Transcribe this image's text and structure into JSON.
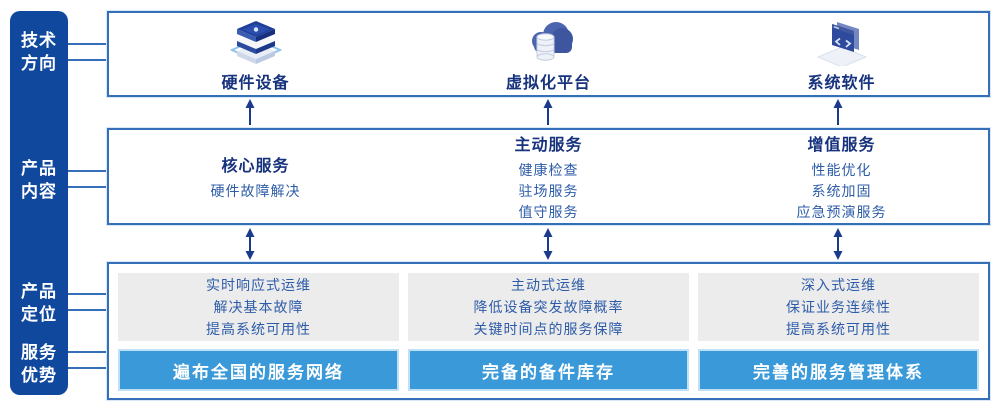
{
  "colors": {
    "sidebar_bg": "#10489e",
    "box_border": "#356fb7",
    "title_navy": "#17337e",
    "body_blue": "#2e5ca8",
    "bar_fill": "#3a99d8",
    "bar_border": "#bfe0f5",
    "gray_box": "#ececec",
    "arrow": "#1b3a8c"
  },
  "sidebar": {
    "items": [
      {
        "label": "技术\n方向"
      },
      {
        "label": "产品\n内容"
      },
      {
        "label": "产品\n定位"
      },
      {
        "label": "服务\n优势"
      }
    ]
  },
  "tech_row": {
    "items": [
      {
        "icon": "server-stack-icon",
        "label": "硬件设备"
      },
      {
        "icon": "cloud-database-icon",
        "label": "虚拟化平台"
      },
      {
        "icon": "code-window-icon",
        "label": "系统软件"
      }
    ]
  },
  "product_row": {
    "columns": [
      {
        "title": "核心服务",
        "items": [
          "硬件故障解决"
        ]
      },
      {
        "title": "主动服务",
        "items": [
          "健康检查",
          "驻场服务",
          "值守服务"
        ]
      },
      {
        "title": "增值服务",
        "items": [
          "性能优化",
          "系统加固",
          "应急预演服务"
        ]
      }
    ]
  },
  "position_row": {
    "columns": [
      {
        "lines": [
          "实时响应式运维",
          "解决基本故障",
          "提高系统可用性"
        ],
        "bar_label": "遍布全国的服务网络"
      },
      {
        "lines": [
          "主动式运维",
          "降低设备突发故障概率",
          "关键时间点的服务保障"
        ],
        "bar_label": "完备的备件库存"
      },
      {
        "lines": [
          "深入式运维",
          "保证业务连续性",
          "提高系统可用性"
        ],
        "bar_label": "完善的服务管理体系"
      }
    ]
  }
}
